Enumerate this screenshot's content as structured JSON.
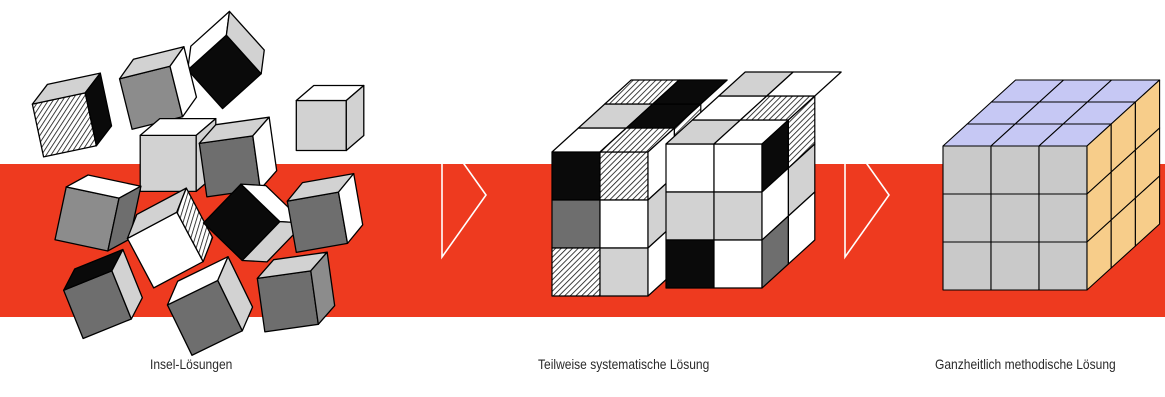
{
  "captions": {
    "stage1": "Insel-Lösungen",
    "stage2": "Teilweise systematische Lösung",
    "stage3": "Ganzheitlich methodische Lösung"
  },
  "colors": {
    "band": "#ee3a1f",
    "arrow_outline": "#ffffff",
    "cube_edge": "#000000",
    "light_face": "#d2d2d2",
    "mid_face": "#8c8c8c",
    "dark_face": "#6e6e6e",
    "black_face": "#0a0a0a",
    "white_face": "#ffffff",
    "final_top": "#c6c8f4",
    "final_front": "#c9c9c9",
    "final_right": "#f7cd8a"
  },
  "icons": [
    "scattered-cubes-icon",
    "arrow-chevron-icon",
    "partial-cube-icon",
    "complete-cube-icon"
  ]
}
